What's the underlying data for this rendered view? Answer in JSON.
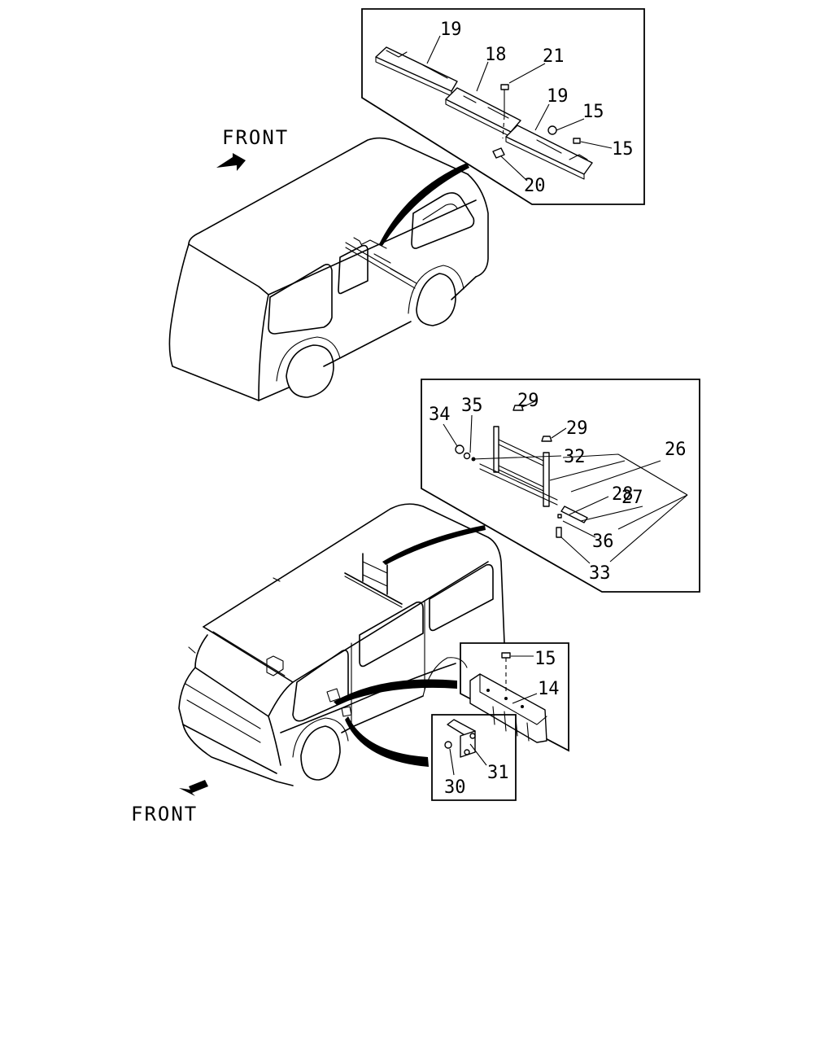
{
  "direction_labels": {
    "top": "FRONT",
    "bottom": "FRONT"
  },
  "callouts": {
    "c19a": "19",
    "c18": "18",
    "c21": "21",
    "c19b": "19",
    "c15a": "15",
    "c15b": "15",
    "c20": "20",
    "c34": "34",
    "c35": "35",
    "c29a": "29",
    "c29b": "29",
    "c32": "32",
    "c26": "26",
    "c28": "28",
    "c27": "27",
    "c36": "36",
    "c33": "33",
    "c15c": "15",
    "c14": "14",
    "c31": "31",
    "c30": "30"
  },
  "icons": {
    "front_arrow_top": "arrow-right-icon",
    "front_arrow_bottom": "arrow-down-left-icon"
  }
}
